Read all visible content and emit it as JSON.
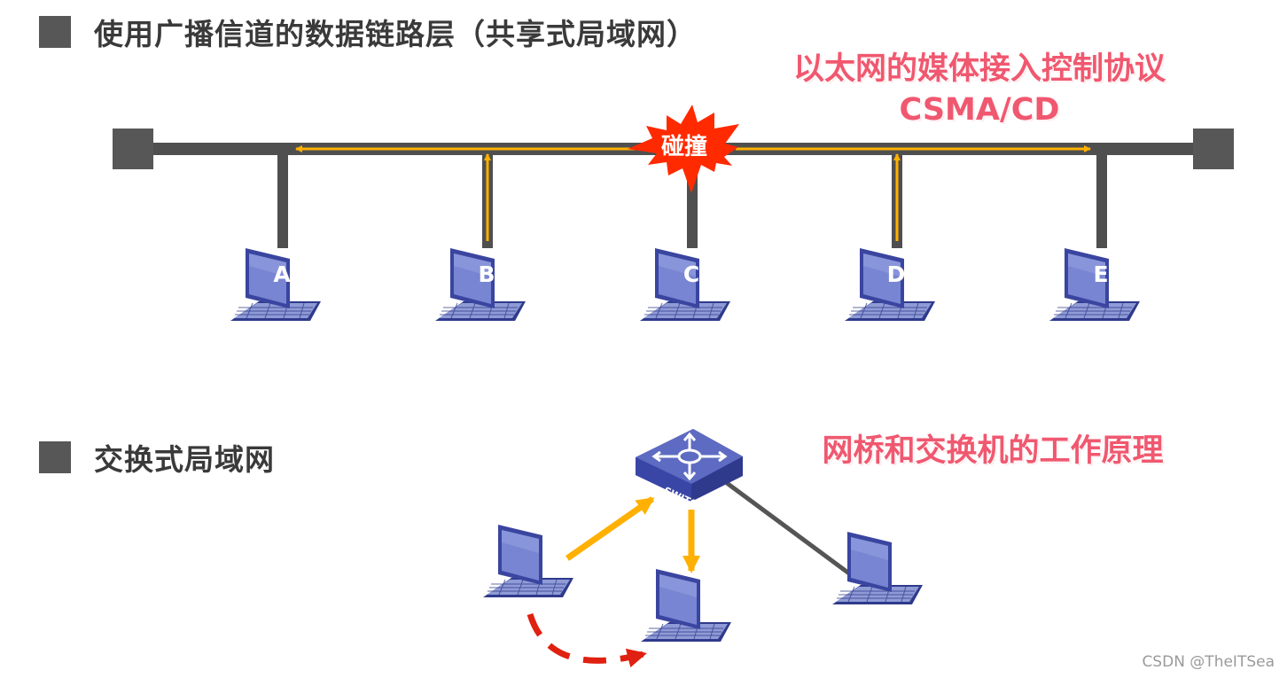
{
  "section1": {
    "title": "使用广播信道的数据链路层（共享式局域网）"
  },
  "section2": {
    "title": "交换式局域网"
  },
  "csma": {
    "line1": "以太网的媒体接入控制协议",
    "line2": "CSMA/CD"
  },
  "collision": {
    "label": "碰撞"
  },
  "hosts": [
    "A",
    "B",
    "C",
    "D",
    "E"
  ],
  "switch": {
    "label": "SWITCH"
  },
  "bridge": {
    "label": "网桥和交换机的工作原理"
  },
  "watermark": "CSDN @TheITSea",
  "colors": {
    "bus": "#4f4f4f",
    "signal": "#ffb000",
    "collision": "#ff2a00",
    "dashed_arrow": "#e02010",
    "laptop": "#5b66b8",
    "accent_text": "#f0586f"
  }
}
